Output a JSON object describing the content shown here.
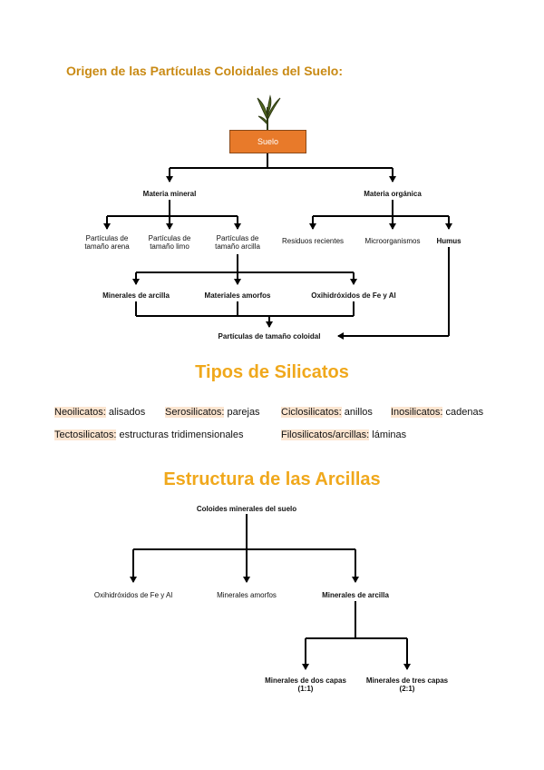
{
  "section1": {
    "title": "Origen de las Partículas Coloidales del Suelo:",
    "root": "Suelo",
    "mineral": "Materia mineral",
    "organica": "Materia orgánica",
    "mineral_children": [
      "Partículas de tamaño arena",
      "Partículas de tamaño limo",
      "Partículas de tamaño arcilla"
    ],
    "organica_children": [
      "Residuos recientes",
      "Microorganismos",
      "Humus"
    ],
    "clay_children": [
      "Minerales de arcilla",
      "Materiales amorfos",
      "Oxihidróxidos de Fe y Al"
    ],
    "result": "Partículas de tamaño coloidal"
  },
  "section2": {
    "title": "Tipos de Silicatos",
    "row1": [
      {
        "term": "Neoilicatos:",
        "desc": "alisados"
      },
      {
        "term": "Serosilicatos:",
        "desc": "parejas"
      },
      {
        "term": "Ciclosilicatos:",
        "desc": "anillos"
      },
      {
        "term": "Inosilicatos:",
        "desc": "cadenas"
      }
    ],
    "row2": [
      {
        "term": "Tectosilicatos:",
        "desc": "estructuras tridimensionales"
      },
      {
        "term": "Filosilicatos/arcillas:",
        "desc": "láminas"
      }
    ]
  },
  "section3": {
    "title": "Estructura de las Arcillas",
    "root": "Coloides minerales del suelo",
    "children": [
      "Oxihidróxidos de Fe y Al",
      "Minerales amorfos",
      "Minerales de arcilla"
    ],
    "clay_children": [
      {
        "line1": "Minerales de dos capas",
        "line2": "(1:1)"
      },
      {
        "line1": "Minerales de tres capas",
        "line2": "(2:1)"
      }
    ]
  },
  "colors": {
    "accent": "#f0a81c",
    "title": "#c98a14",
    "box": "#e87a2a",
    "highlight": "#fce5d0"
  }
}
